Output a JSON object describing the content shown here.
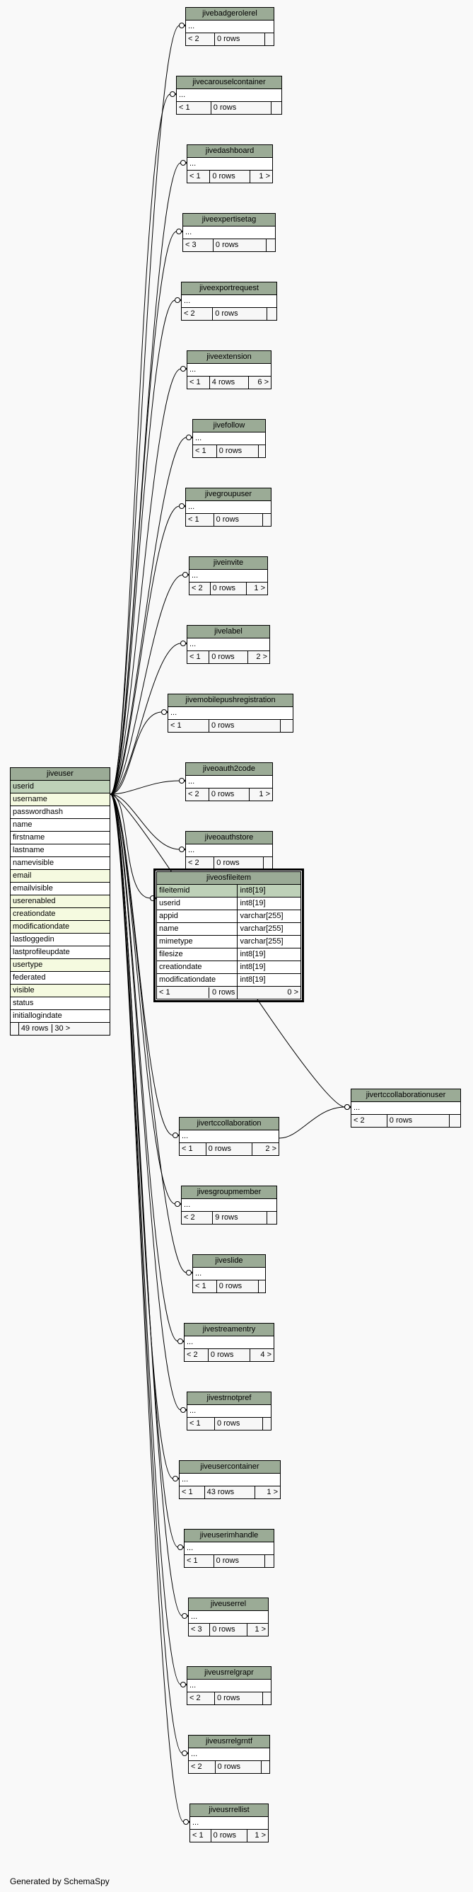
{
  "footer": "Generated by SchemaSpy",
  "main": {
    "name": "jiveuser",
    "columns": [
      {
        "n": "userid",
        "k": "pk"
      },
      {
        "n": "username",
        "k": "idx"
      },
      {
        "n": "passwordhash",
        "k": ""
      },
      {
        "n": "name",
        "k": ""
      },
      {
        "n": "firstname",
        "k": ""
      },
      {
        "n": "lastname",
        "k": ""
      },
      {
        "n": "namevisible",
        "k": ""
      },
      {
        "n": "email",
        "k": "idx"
      },
      {
        "n": "emailvisible",
        "k": ""
      },
      {
        "n": "userenabled",
        "k": "idx"
      },
      {
        "n": "creationdate",
        "k": "idx"
      },
      {
        "n": "modificationdate",
        "k": "idx"
      },
      {
        "n": "lastloggedin",
        "k": ""
      },
      {
        "n": "lastprofileupdate",
        "k": ""
      },
      {
        "n": "usertype",
        "k": "idx"
      },
      {
        "n": "federated",
        "k": ""
      },
      {
        "n": "visible",
        "k": "idx"
      },
      {
        "n": "status",
        "k": ""
      },
      {
        "n": "initiallogindate",
        "k": ""
      }
    ],
    "rows": "49 rows",
    "children": "30 >"
  },
  "tables": [
    {
      "name": "jivebadgerolerel",
      "parents": "< 2",
      "rows": "0 rows",
      "children": ""
    },
    {
      "name": "jivecarouselcontainer",
      "parents": "< 1",
      "rows": "0 rows",
      "children": ""
    },
    {
      "name": "jivedashboard",
      "parents": "< 1",
      "rows": "0 rows",
      "children": "1 >"
    },
    {
      "name": "jiveexpertisetag",
      "parents": "< 3",
      "rows": "0 rows",
      "children": ""
    },
    {
      "name": "jiveexportrequest",
      "parents": "< 2",
      "rows": "0 rows",
      "children": ""
    },
    {
      "name": "jiveextension",
      "parents": "< 1",
      "rows": "4 rows",
      "children": "6 >"
    },
    {
      "name": "jivefollow",
      "parents": "< 1",
      "rows": "0 rows",
      "children": ""
    },
    {
      "name": "jivegroupuser",
      "parents": "< 1",
      "rows": "0 rows",
      "children": ""
    },
    {
      "name": "jiveinvite",
      "parents": "< 2",
      "rows": "0 rows",
      "children": "1 >"
    },
    {
      "name": "jivelabel",
      "parents": "< 1",
      "rows": "0 rows",
      "children": "2 >"
    },
    {
      "name": "jivemobilepushregistration",
      "parents": "< 1",
      "rows": "0 rows",
      "children": ""
    },
    {
      "name": "jiveoauth2code",
      "parents": "< 2",
      "rows": "0 rows",
      "children": "1 >"
    },
    {
      "name": "jiveoauthstore",
      "parents": "< 2",
      "rows": "0 rows",
      "children": ""
    },
    {
      "name": "jivertccollaboration",
      "parents": "< 1",
      "rows": "0 rows",
      "children": "2 >"
    },
    {
      "name": "jivesgroupmember",
      "parents": "< 2",
      "rows": "9 rows",
      "children": ""
    },
    {
      "name": "jiveslide",
      "parents": "< 1",
      "rows": "0 rows",
      "children": ""
    },
    {
      "name": "jivestreamentry",
      "parents": "< 2",
      "rows": "0 rows",
      "children": "4 >"
    },
    {
      "name": "jivestrnotpref",
      "parents": "< 1",
      "rows": "0 rows",
      "children": ""
    },
    {
      "name": "jiveusercontainer",
      "parents": "< 1",
      "rows": "43 rows",
      "children": "1 >"
    },
    {
      "name": "jiveuserimhandle",
      "parents": "< 1",
      "rows": "0 rows",
      "children": ""
    },
    {
      "name": "jiveuserrel",
      "parents": "< 3",
      "rows": "0 rows",
      "children": "1 >"
    },
    {
      "name": "jiveusrrelgrapr",
      "parents": "< 2",
      "rows": "0 rows",
      "children": ""
    },
    {
      "name": "jiveusrrelgrntf",
      "parents": "< 2",
      "rows": "0 rows",
      "children": ""
    },
    {
      "name": "jiveusrrellist",
      "parents": "< 1",
      "rows": "0 rows",
      "children": "1 >"
    }
  ],
  "ellipsis": "...",
  "focus": {
    "name": "jiveosfileitem",
    "columns": [
      {
        "n": "fileitemid",
        "t": "int8[19]",
        "k": "pk"
      },
      {
        "n": "userid",
        "t": "int8[19]",
        "k": ""
      },
      {
        "n": "appid",
        "t": "varchar[255]",
        "k": ""
      },
      {
        "n": "name",
        "t": "varchar[255]",
        "k": ""
      },
      {
        "n": "mimetype",
        "t": "varchar[255]",
        "k": ""
      },
      {
        "n": "filesize",
        "t": "int8[19]",
        "k": ""
      },
      {
        "n": "creationdate",
        "t": "int8[19]",
        "k": ""
      },
      {
        "n": "modificationdate",
        "t": "int8[19]",
        "k": ""
      }
    ],
    "parents": "< 1",
    "rows": "0 rows",
    "children": "0 >"
  },
  "collabuser": {
    "name": "jivertccollaborationuser",
    "parents": "< 2",
    "rows": "0 rows",
    "children": ""
  }
}
